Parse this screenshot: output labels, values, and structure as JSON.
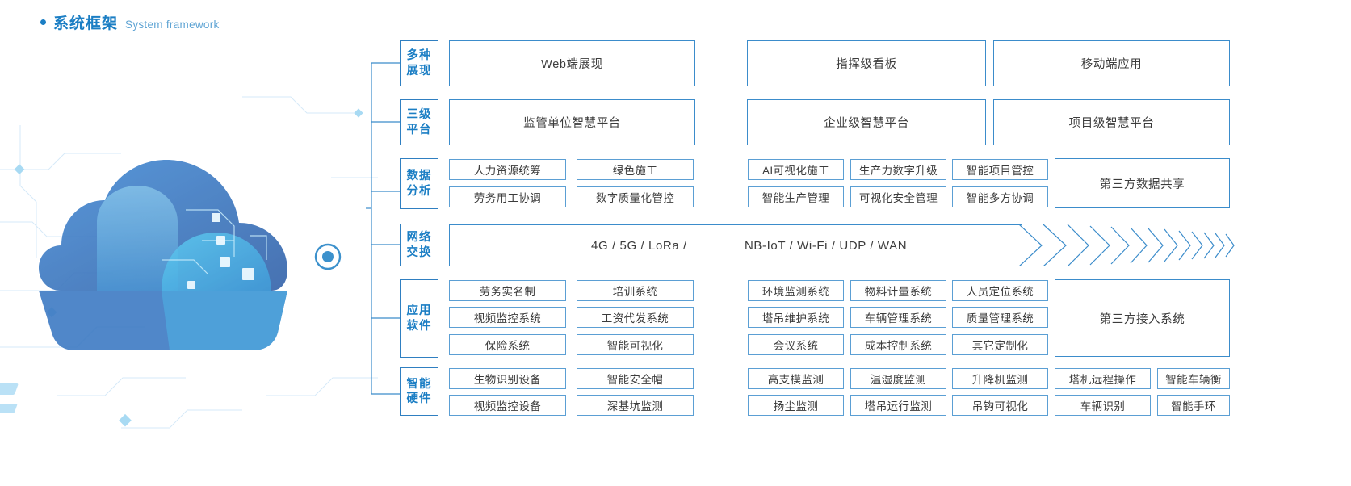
{
  "heading": {
    "cn": "系统框架",
    "en": "System framework"
  },
  "rows": [
    {
      "label": "多种\n展现",
      "label_l1": "多种",
      "label_l2": "展现"
    },
    {
      "label_l1": "三级",
      "label_l2": "平台"
    },
    {
      "label_l1": "数据",
      "label_l2": "分析"
    },
    {
      "label_l1": "网络",
      "label_l2": "交换"
    },
    {
      "label_l1": "应用",
      "label_l2": "软件"
    },
    {
      "label_l1": "智能",
      "label_l2": "硬件"
    }
  ],
  "display_row": {
    "left": "Web端展现",
    "mid": "指挥级看板",
    "right": "移动端应用"
  },
  "platform_row": {
    "left": "监管单位智慧平台",
    "mid": "企业级智慧平台",
    "right": "项目级智慧平台"
  },
  "data_row": {
    "left": [
      "人力资源统筹",
      "绿色施工",
      "劳务用工协调",
      "数字质量化管控"
    ],
    "mid": [
      "AI可视化施工",
      "生产力数字升级",
      "智能项目管控",
      "智能生产管理",
      "可视化安全管理",
      "智能多方协调"
    ],
    "right": "第三方数据共享"
  },
  "network_row": {
    "text1": "4G / 5G / LoRa /",
    "text2": "NB-IoT / Wi-Fi / UDP / WAN"
  },
  "app_row": {
    "left": [
      "劳务实名制",
      "培训系统",
      "视频监控系统",
      "工资代发系统",
      "保险系统",
      "智能可视化"
    ],
    "mid": [
      "环境监测系统",
      "物料计量系统",
      "人员定位系统",
      "塔吊维护系统",
      "车辆管理系统",
      "质量管理系统",
      "会议系统",
      "成本控制系统",
      "其它定制化"
    ],
    "right": "第三方接入系统"
  },
  "hardware_row": {
    "left": [
      "生物识别设备",
      "智能安全帽",
      "视频监控设备",
      "深基坑监测"
    ],
    "mid": [
      "高支模监测",
      "温湿度监测",
      "升降机监测",
      "扬尘监测",
      "塔吊运行监测",
      "吊钩可视化"
    ],
    "right": [
      "塔机远程操作",
      "智能车辆衡",
      "车辆识别",
      "智能手环"
    ]
  },
  "colors": {
    "accent": "#1b7ec4",
    "border": "#3b8ccb",
    "chip_border": "#5b9fd4",
    "text": "#3c3c3c"
  }
}
